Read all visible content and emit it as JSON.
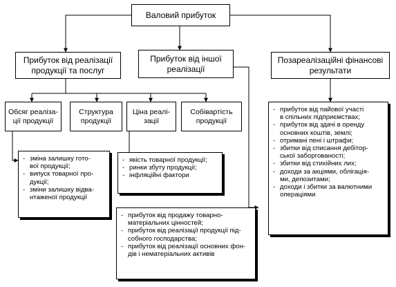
{
  "root": {
    "label": "Валовий прибуток"
  },
  "level1": [
    {
      "label_lines": [
        "Прибуток від реалізації",
        "продукції та послуг"
      ]
    },
    {
      "label_lines": [
        "Прибуток від іншої",
        "реалізації"
      ]
    },
    {
      "label_lines": [
        "Позареалізаційні фінансові",
        "результати"
      ]
    }
  ],
  "level2": [
    {
      "label_lines": [
        "Обсяг реаліза-",
        "ції продукції"
      ]
    },
    {
      "label_lines": [
        "Структура",
        "продукції"
      ]
    },
    {
      "label_lines": [
        "Ціна реалі-",
        "зації"
      ]
    },
    {
      "label_lines": [
        "Собівартість",
        "продукції"
      ]
    }
  ],
  "volume_factors": [
    [
      "зміна залишку гото-",
      "вої продукції;"
    ],
    [
      "випуск товарної про-",
      "дукції;"
    ],
    [
      "зміни залишку відва-",
      "нтаженої продукції"
    ]
  ],
  "price_factors": [
    [
      "якість товарної продукції;"
    ],
    [
      "ринки збуту продукції;"
    ],
    [
      "інфляційні фактори"
    ]
  ],
  "other_sales_items": [
    [
      "прибуток від продажу товарно-",
      "матеріальних цінностей;"
    ],
    [
      "прибуток від реалізації продукції під-",
      "собного господарства;"
    ],
    [
      "прибуток від реалізації основних фон-",
      "дів і нематеріальних активів"
    ]
  ],
  "non_operating_items": [
    [
      "прибуток від пайової участі",
      "в спільних підприємствах;"
    ],
    [
      "прибуток від здачі в оренду",
      "основних коштів, землі;"
    ],
    [
      "отримані пені і штрафи;"
    ],
    [
      "збитки від списання дебітор-",
      "ської заборгованості;"
    ],
    [
      "збитки від стихійних лих;"
    ],
    [
      "доходи за акціями, облігація-",
      "ми, депозитами;"
    ],
    [
      "доходи і збитки за валютними",
      "операціями"
    ]
  ]
}
